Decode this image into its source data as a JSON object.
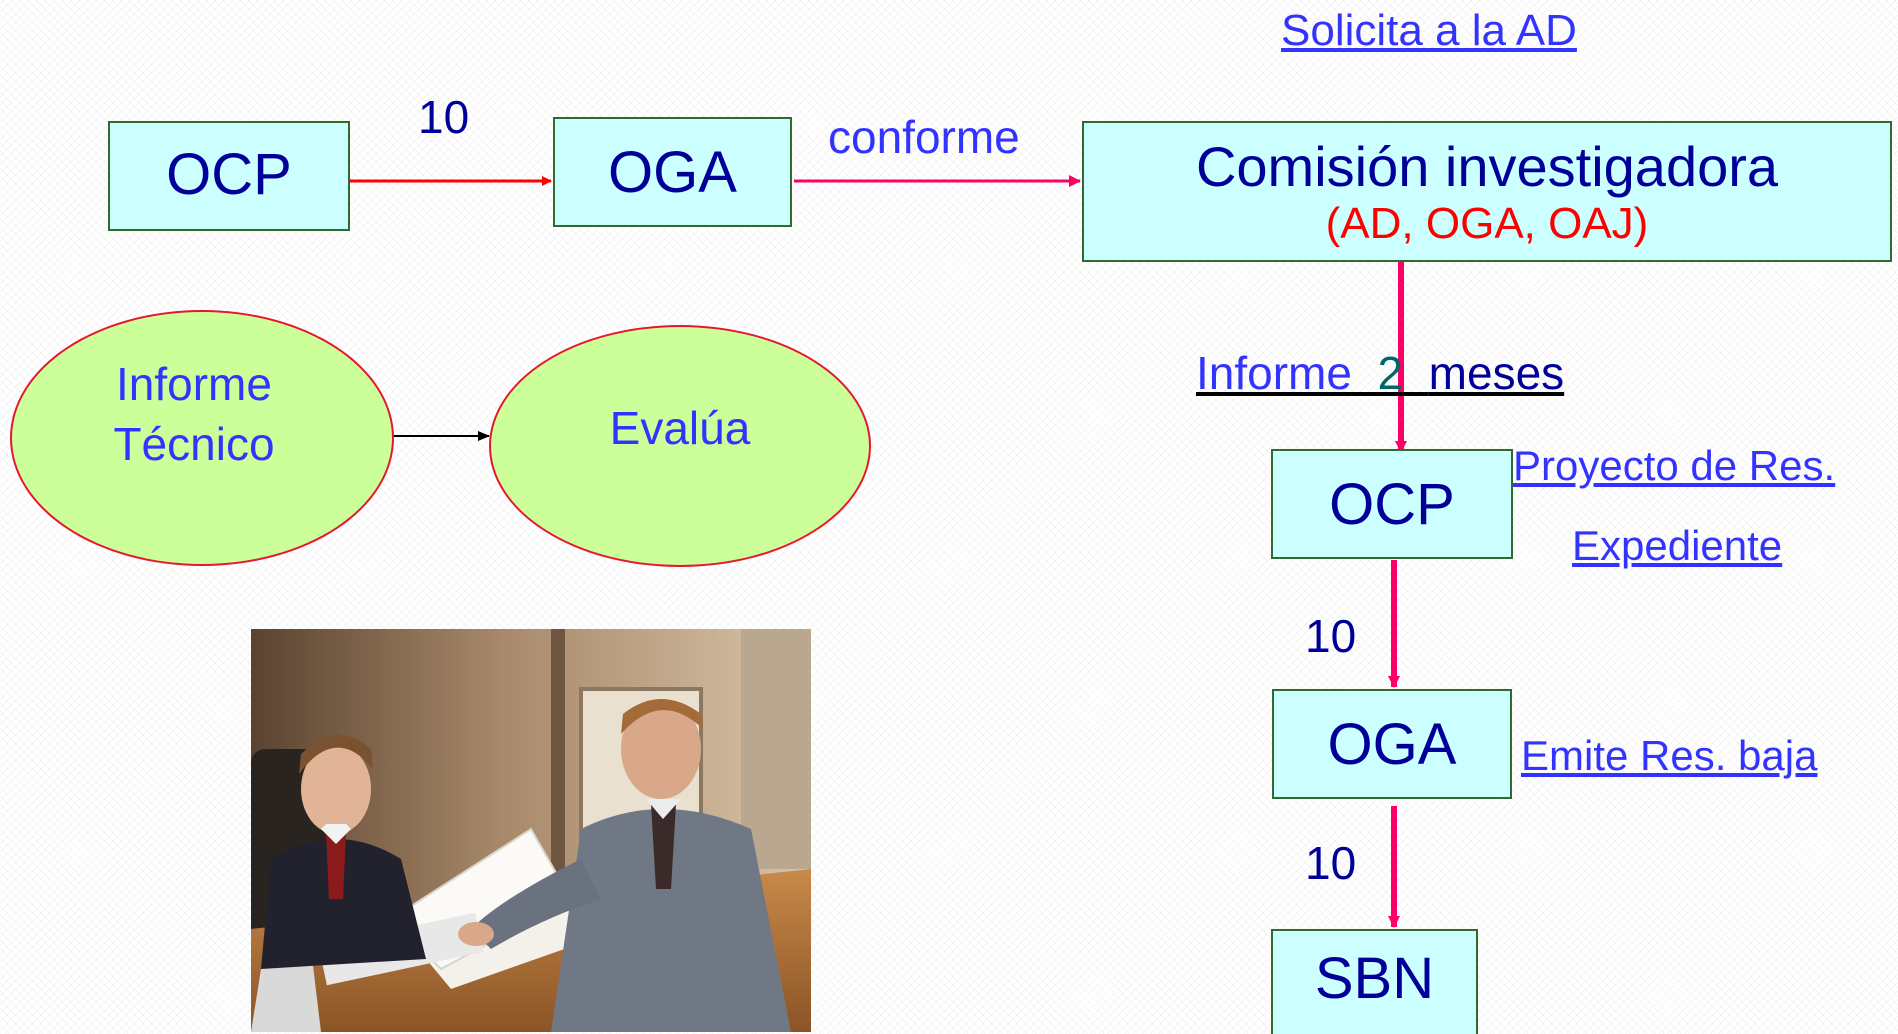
{
  "top_flow": {
    "ocp": "OCP",
    "arrow1_label": "10",
    "oga": "OGA",
    "arrow2_label": "conforme",
    "commission_title": "Comisión investigadora",
    "commission_members": "(AD, OGA, OAJ)",
    "request_link": "Solicita a la AD"
  },
  "ellipses": {
    "left_line1": "Informe",
    "left_line2": "Técnico",
    "right": "Evalúa"
  },
  "report": {
    "word": "Informe",
    "count": "2",
    "unit": "meses"
  },
  "vertical_flow": {
    "ocp": "OCP",
    "ocp_note1": "Proyecto de Res.",
    "ocp_note2": "Expediente",
    "arrow1_label": "10",
    "oga": "OGA",
    "oga_note": "Emite Res. baja",
    "arrow2_label": "10",
    "sbn": "SBN"
  },
  "colors": {
    "box_fill": "#ccffff",
    "box_border": "#2f6b2f",
    "ellipse_fill": "#ccff99",
    "ellipse_border": "#e6172d",
    "arrow_red": "#ff0000",
    "arrow_pink": "#ff0066",
    "text_navy": "#000099",
    "text_blue": "#3333ff",
    "members_red": "#ff0000"
  },
  "image": {
    "subject": "two men in suits reviewing documents at a desk"
  }
}
